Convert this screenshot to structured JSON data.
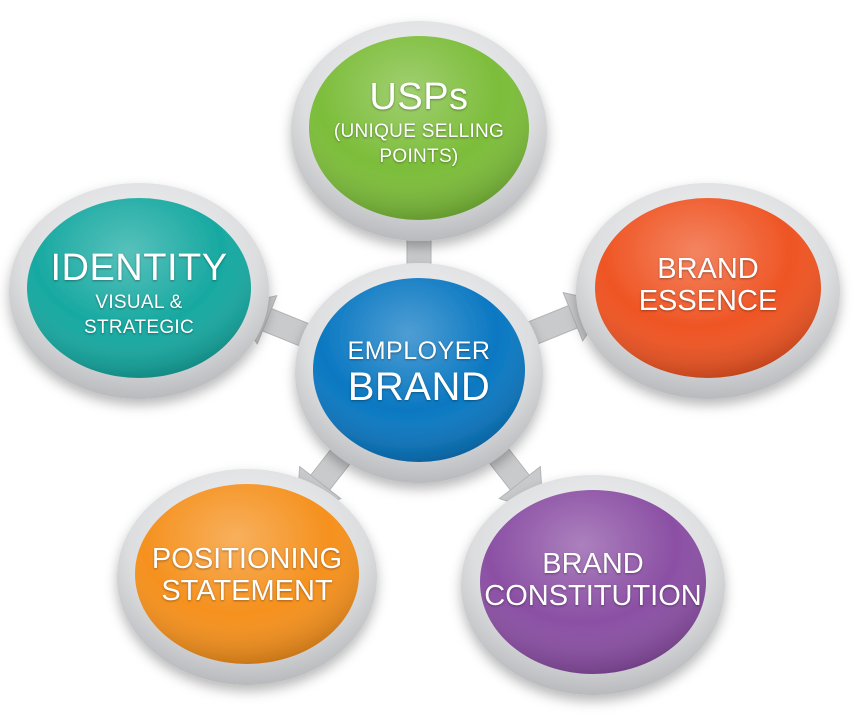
{
  "center": {
    "line1": "EMPLOYER",
    "line2": "BRAND",
    "color": "#0a78c2"
  },
  "nodes": [
    {
      "id": "usps",
      "title": "USPs",
      "sub1": "(UNIQUE SELLING",
      "sub2": "POINTS)",
      "color": "#7cbd3a"
    },
    {
      "id": "brand-essence",
      "line1": "BRAND",
      "line2": "ESSENCE",
      "color": "#ef5524"
    },
    {
      "id": "brand-constitution",
      "line1": "BRAND",
      "line2": "CONSTITUTION",
      "color": "#8b4fa4"
    },
    {
      "id": "positioning-statement",
      "line1": "POSITIONING",
      "line2": "STATEMENT",
      "color": "#f5911e"
    },
    {
      "id": "identity",
      "title": "IDENTITY",
      "sub1": "VISUAL &",
      "sub2": "STRATEGIC",
      "color": "#17a9a1"
    }
  ],
  "ring_color": "#dcdddf",
  "arrow_color": "#c9cacc"
}
